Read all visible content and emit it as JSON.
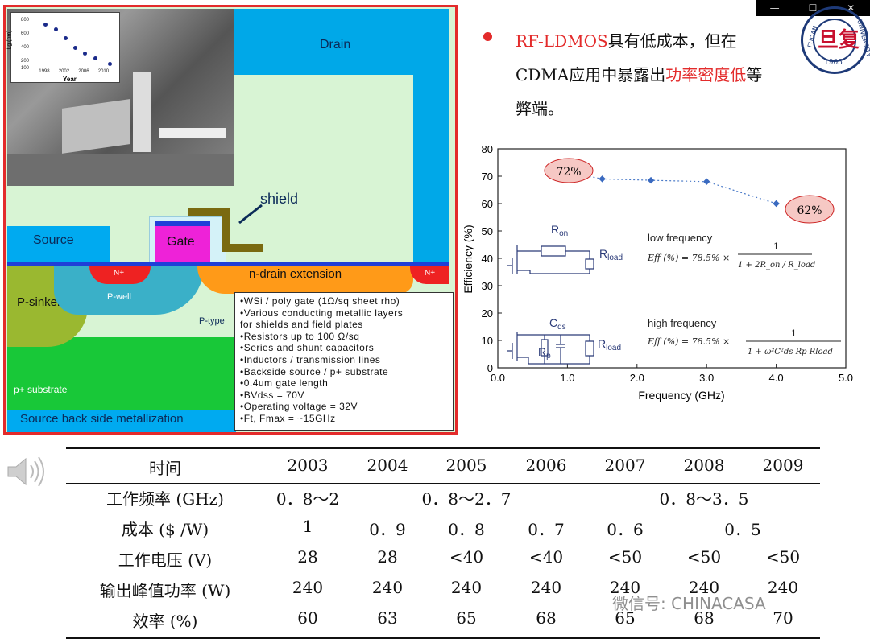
{
  "window": {
    "min": "—",
    "max": "☐",
    "close": "✕"
  },
  "figure": {
    "inset": {
      "ylabel": "Lg (nm)",
      "xlabel": "Year",
      "yticks": [
        "800",
        "600",
        "400",
        "200",
        "100"
      ],
      "xticks": [
        "1998",
        "2002",
        "2006",
        "2010"
      ],
      "points": [
        [
          1998,
          750
        ],
        [
          2000,
          680
        ],
        [
          2002,
          560
        ],
        [
          2004,
          420
        ],
        [
          2006,
          330
        ],
        [
          2008,
          260
        ],
        [
          2011,
          180
        ]
      ]
    },
    "labels": {
      "drain": "Drain",
      "shield": "shield",
      "source": "Source",
      "gate": "Gate",
      "nplus_left": "N+",
      "ndrift": "n-drain extension",
      "nplus_right": "N+",
      "psinker": "P-sinker",
      "pwell": "P-well",
      "ptype": "P-type",
      "psub": "p+ substrate",
      "metal": "Source back side metallization"
    },
    "specs": [
      "•WSi / poly gate (1Ω/sq sheet rho)",
      "•Various conducting metallic layers",
      "  for shields and field plates",
      "•Resistors up to 100 Ω/sq",
      "•Series and shunt capacitors",
      "•Inductors / transmission lines",
      "•Backside source / p+ substrate",
      "•0.4um gate length",
      "•BVdss = 70V",
      "•Operating voltage = 32V",
      "•Ft, Fmax = ~15GHz"
    ]
  },
  "bullet": {
    "pre_hl": "RF-LDMOS",
    "t1": "具有低成本，但在",
    "t2": "CDMA应用中暴露出",
    "hl": "功率密度低",
    "t3": "等",
    "t4": "弊端。"
  },
  "logo": {
    "chars": "旦复",
    "year": "1905",
    "left": "FUDAN",
    "right": "UNIVERSITY"
  },
  "chart_data": {
    "type": "scatter",
    "title": "",
    "xlabel": "Frequency (GHz)",
    "ylabel": "Efficiency (%)",
    "xlim": [
      0.0,
      5.0
    ],
    "ylim": [
      0,
      80
    ],
    "xticks": [
      "0.0",
      "1.0",
      "2.0",
      "3.0",
      "4.0",
      "5.0"
    ],
    "yticks": [
      "0",
      "10",
      "20",
      "30",
      "40",
      "50",
      "60",
      "70",
      "80"
    ],
    "x": [
      1.5,
      2.2,
      3.0,
      4.0
    ],
    "y": [
      69,
      68.5,
      68,
      60
    ],
    "annotations": {
      "high": "72%",
      "low": "62%"
    },
    "low_freq": {
      "title": "low frequency",
      "r1": "R",
      "r1sub": "on",
      "r2": "R",
      "r2sub": "load",
      "eq": "Eff (%) = 78.5% ×",
      "num": "1",
      "den": "1 + 2R_on / R_load"
    },
    "high_freq": {
      "title": "high frequency",
      "c": "C",
      "csub": "ds",
      "rp": "R",
      "rpsub": "p",
      "rl": "R",
      "rlsub": "load",
      "eq": "Eff (%) = 78.5% ×",
      "num": "1",
      "den": "1 + ω²C²ds Rp Rload"
    }
  },
  "table": {
    "header": [
      "时间",
      "2003",
      "2004",
      "2005",
      "2006",
      "2007",
      "2008",
      "2009"
    ],
    "rows": [
      {
        "label": "工作频率 (GHz)",
        "cells": [
          [
            "0．8～2",
            "2003"
          ],
          [
            "0．8～2．7",
            "2005"
          ],
          [
            "0．8～3．5",
            "2008"
          ]
        ]
      },
      {
        "label": "成本 ($ /W)",
        "cells": [
          [
            "1",
            "2003"
          ],
          [
            "0．9",
            "2004"
          ],
          [
            "0．8",
            "2005"
          ],
          [
            "0．7",
            "2006"
          ],
          [
            "0．6",
            "2007"
          ],
          [
            "0．5",
            "2008.5"
          ]
        ]
      },
      {
        "label": "工作电压 (V)",
        "cells": [
          [
            "28",
            "2003"
          ],
          [
            "28",
            "2004"
          ],
          [
            "<40",
            "2005"
          ],
          [
            "<40",
            "2006"
          ],
          [
            "<50",
            "2007"
          ],
          [
            "<50",
            "2008"
          ],
          [
            "<50",
            "2009"
          ]
        ]
      },
      {
        "label": "输出峰值功率 (W)",
        "cells": [
          [
            "240",
            "2003"
          ],
          [
            "240",
            "2004"
          ],
          [
            "240",
            "2005"
          ],
          [
            "240",
            "2006"
          ],
          [
            "240",
            "2007"
          ],
          [
            "240",
            "2008"
          ],
          [
            "240",
            "2009"
          ]
        ]
      },
      {
        "label": "效率 (%)",
        "cells": [
          [
            "60",
            "2003"
          ],
          [
            "63",
            "2004"
          ],
          [
            "65",
            "2005"
          ],
          [
            "68",
            "2006"
          ],
          [
            "65",
            "2007"
          ],
          [
            "68",
            "2008"
          ],
          [
            "70",
            "2009"
          ]
        ]
      }
    ]
  },
  "watermark": "微信号: CHINACASA"
}
